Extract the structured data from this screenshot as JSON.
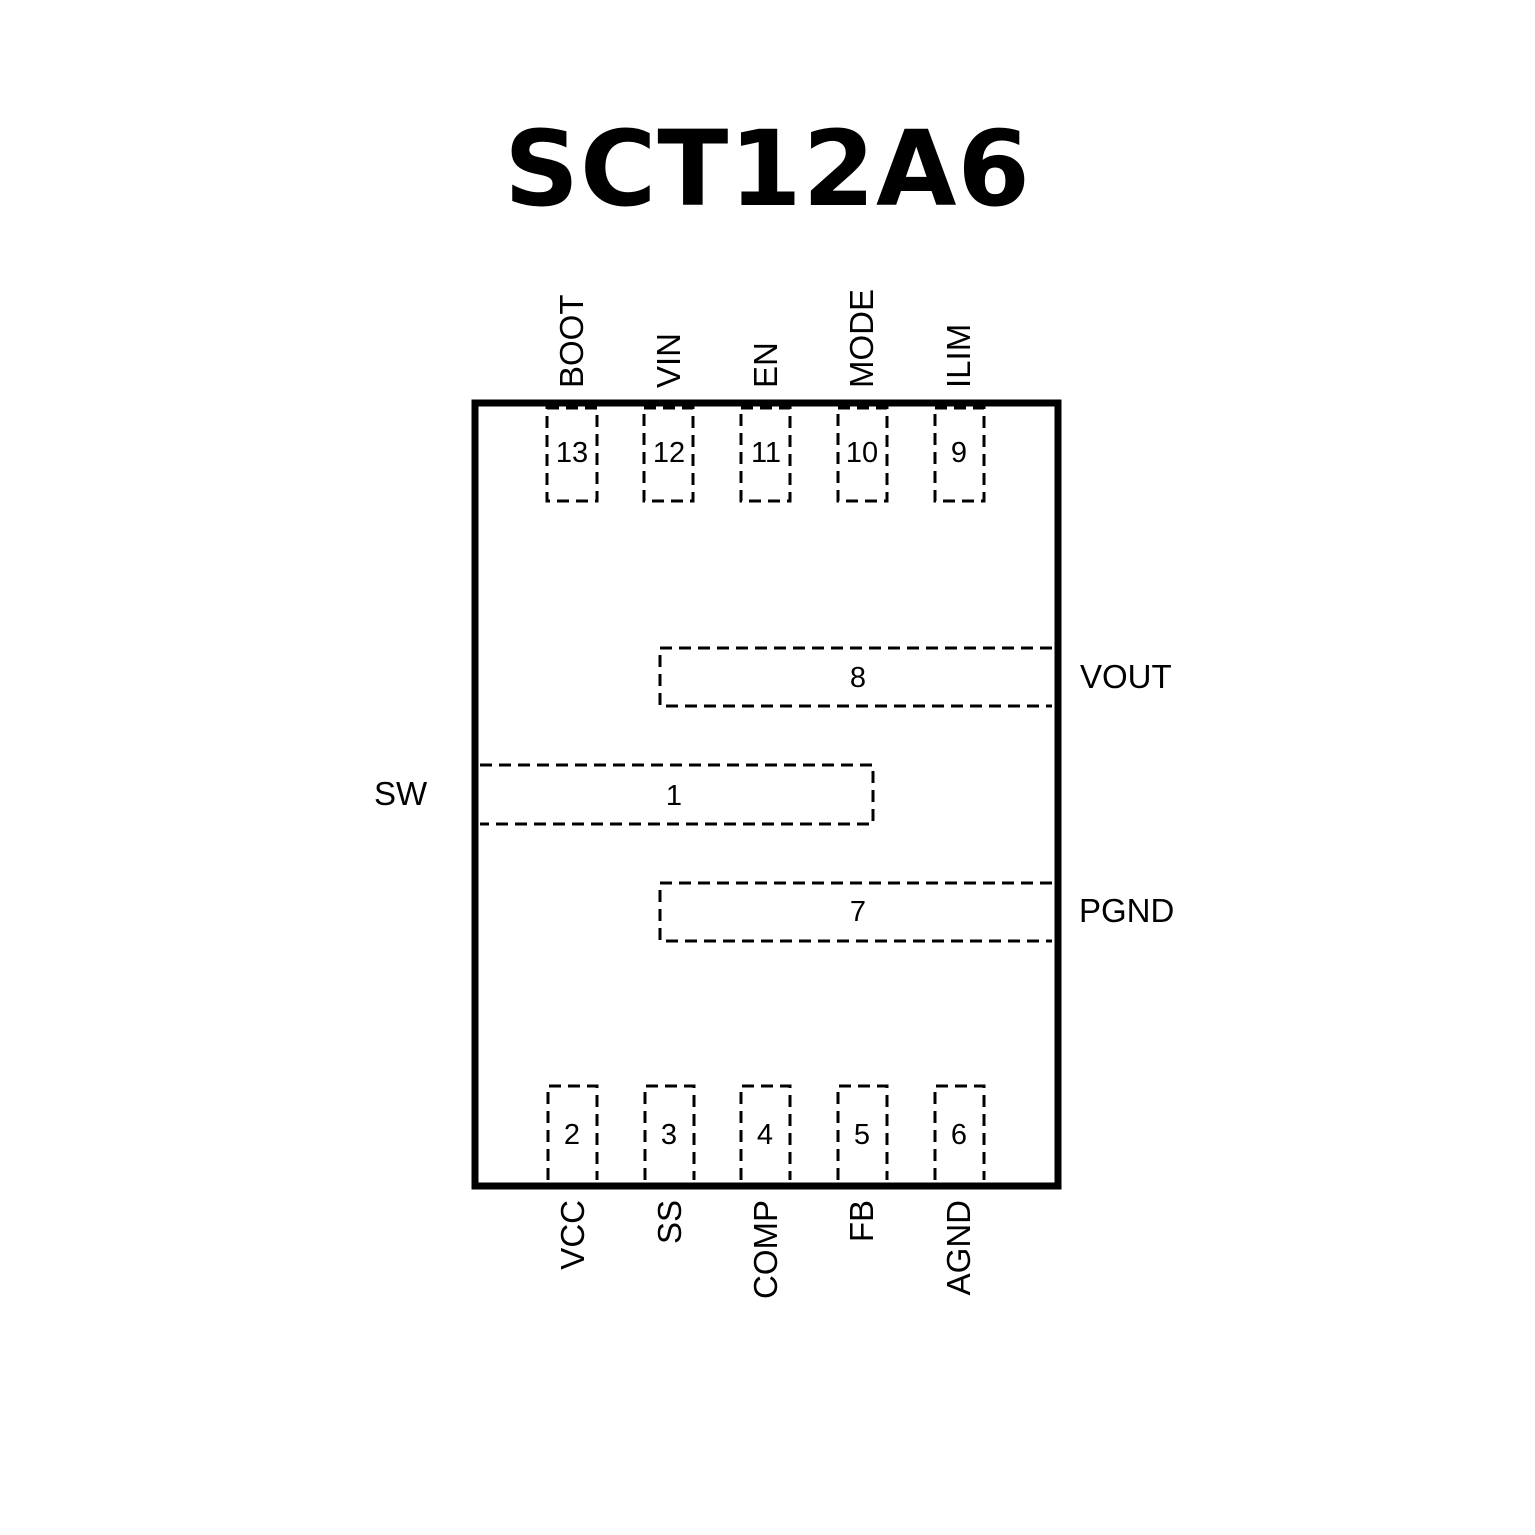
{
  "title": "SCT12A6",
  "top_pins": [
    {
      "number": "13",
      "name": "BOOT"
    },
    {
      "number": "12",
      "name": "VIN"
    },
    {
      "number": "11",
      "name": "EN"
    },
    {
      "number": "10",
      "name": "MODE"
    },
    {
      "number": "9",
      "name": "ILIM"
    }
  ],
  "bottom_pins": [
    {
      "number": "2",
      "name": "VCC"
    },
    {
      "number": "3",
      "name": "SS"
    },
    {
      "number": "4",
      "name": "COMP"
    },
    {
      "number": "5",
      "name": "FB"
    },
    {
      "number": "6",
      "name": "AGND"
    }
  ],
  "side_pins": {
    "vout": {
      "number": "8",
      "name": "VOUT"
    },
    "sw": {
      "number": "1",
      "name": "SW"
    },
    "pgnd": {
      "number": "7",
      "name": "PGND"
    }
  }
}
